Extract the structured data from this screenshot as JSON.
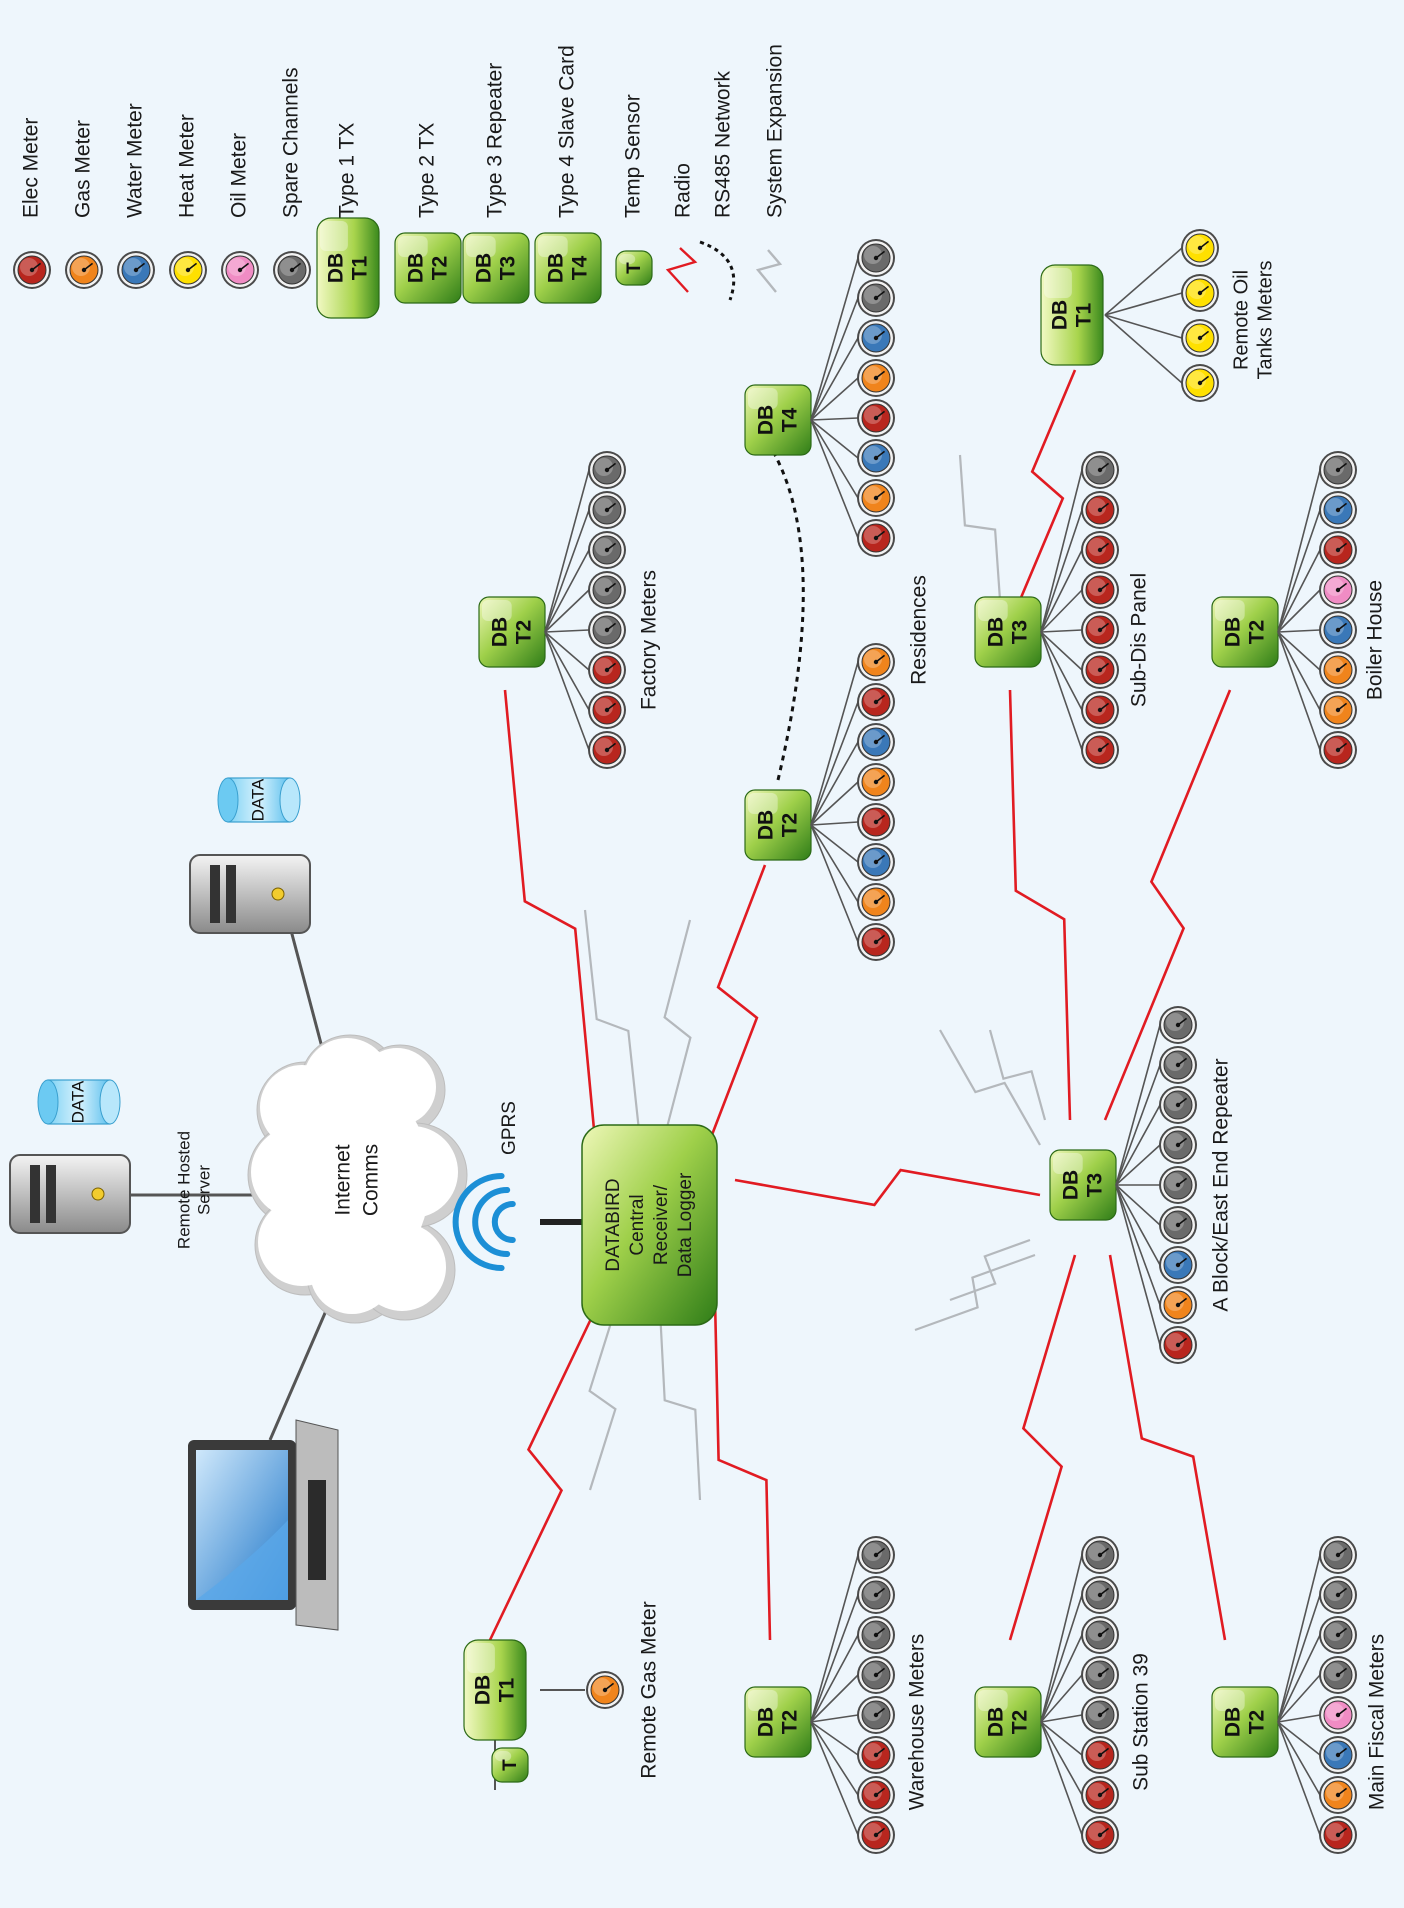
{
  "colors": {
    "background": "#eef6fc",
    "radio": "#e11b22",
    "expansion": "#b4b8bc",
    "rs485": "#111111",
    "gprs": "#1c8fd6",
    "node_green_light": "#e9f5b0",
    "node_green_dark": "#3b8a1e",
    "meter_elec": "#b8261e",
    "meter_gas": "#f0841c",
    "meter_water": "#3a78b8",
    "meter_heat": "#ffe000",
    "meter_oil": "#f08cc4",
    "meter_spare": "#6a6a6a"
  },
  "legend": {
    "meters": [
      {
        "type": "elec",
        "label": "Elec Meter"
      },
      {
        "type": "gas",
        "label": "Gas Meter"
      },
      {
        "type": "water",
        "label": "Water Meter"
      },
      {
        "type": "heat",
        "label": "Heat Meter"
      },
      {
        "type": "oil",
        "label": "Oil Meter"
      },
      {
        "type": "spare",
        "label": "Spare Channels"
      }
    ],
    "devices": [
      {
        "line1": "DB",
        "line2": "T1",
        "label": "Type 1 TX"
      },
      {
        "line1": "DB",
        "line2": "T2",
        "label": "Type 2 TX"
      },
      {
        "line1": "DB",
        "line2": "T3",
        "label": "Type 3 Repeater"
      },
      {
        "line1": "DB",
        "line2": "T4",
        "label": "Type 4 Slave Card"
      },
      {
        "line1": "T",
        "line2": "",
        "label": "Temp Sensor"
      }
    ],
    "links": [
      {
        "type": "radio",
        "label": "Radio"
      },
      {
        "type": "rs485",
        "label": "RS485 Network"
      },
      {
        "type": "expansion",
        "label": "System Expansion"
      }
    ]
  },
  "infrastructure": {
    "remote_server_label": "Remote Hosted Server",
    "data_label": "DATA",
    "cloud_label": "Internet Comms",
    "gprs_label": "GPRS",
    "central_label": "DATABIRD Central Receiver/ Data Logger"
  },
  "sites": {
    "factory": {
      "db": "DB",
      "t": "T2",
      "label": "Factory Meters",
      "meters": [
        "spare",
        "spare",
        "spare",
        "spare",
        "spare",
        "elec",
        "elec",
        "elec"
      ]
    },
    "residences": {
      "label": "Residences",
      "t4": {
        "db": "DB",
        "t": "T4",
        "meters": [
          "spare",
          "spare",
          "water",
          "gas",
          "elec",
          "water",
          "gas",
          "elec"
        ]
      },
      "t2": {
        "db": "DB",
        "t": "T2",
        "meters": [
          "gas",
          "elec",
          "water",
          "gas",
          "elec",
          "water",
          "gas",
          "elec"
        ]
      }
    },
    "subdis": {
      "db": "DB",
      "t": "T3",
      "label": "Sub-Dis Panel",
      "meters": [
        "spare",
        "elec",
        "elec",
        "elec",
        "elec",
        "elec",
        "elec",
        "elec"
      ]
    },
    "oil": {
      "db": "DB",
      "t": "T1",
      "label": "Remote Oil Tanks Meters",
      "meters": [
        "heat",
        "heat",
        "heat",
        "heat"
      ]
    },
    "boiler": {
      "db": "DB",
      "t": "T2",
      "label": "Boiler House",
      "meters": [
        "spare",
        "water",
        "elec",
        "oil",
        "water",
        "gas",
        "gas",
        "elec"
      ]
    },
    "ablock": {
      "db": "DB",
      "t": "T3",
      "label": "A Block/East End Repeater",
      "meters": [
        "spare",
        "spare",
        "spare",
        "spare",
        "spare",
        "spare",
        "water",
        "gas",
        "elec"
      ]
    },
    "remote_gas": {
      "db": "DB",
      "t": "T1",
      "temp": "T",
      "label": "Remote Gas Meter",
      "meters": [
        "gas"
      ]
    },
    "warehouse": {
      "db": "DB",
      "t": "T2",
      "label": "Warehouse Meters",
      "meters": [
        "spare",
        "spare",
        "spare",
        "spare",
        "spare",
        "elec",
        "elec",
        "elec"
      ]
    },
    "substation": {
      "db": "DB",
      "t": "T2",
      "label": "Sub Station 39",
      "meters": [
        "spare",
        "spare",
        "spare",
        "spare",
        "spare",
        "elec",
        "elec",
        "elec"
      ]
    },
    "fiscal": {
      "db": "DB",
      "t": "T2",
      "label": "Main Fiscal Meters",
      "meters": [
        "spare",
        "spare",
        "spare",
        "spare",
        "oil",
        "water",
        "gas",
        "elec"
      ]
    }
  }
}
